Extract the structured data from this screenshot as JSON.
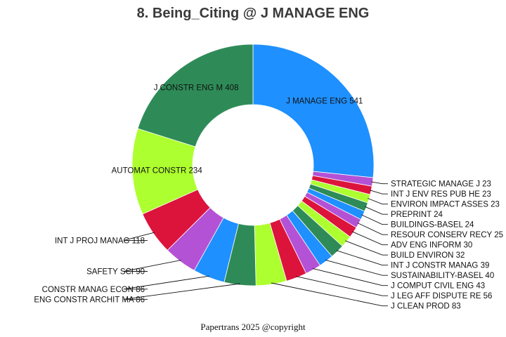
{
  "chart_data": {
    "type": "pie",
    "donut": true,
    "title": "8. Being_Citing @ J MANAGE ENG",
    "footer": "Papertrans 2025 @copyright",
    "slices": [
      {
        "label": "J MANAGE ENG",
        "value": 541,
        "color": "#1e90ff"
      },
      {
        "label": "STRATEGIC MANAGE J",
        "value": 23,
        "color": "#b452d6"
      },
      {
        "label": "INT J ENV RES PUB HE",
        "value": 23,
        "color": "#dc143c"
      },
      {
        "label": "ENVIRON IMPACT ASSES",
        "value": 23,
        "color": "#adff2f"
      },
      {
        "label": "PREPRINT",
        "value": 24,
        "color": "#2e8b57"
      },
      {
        "label": "BUILDINGS-BASEL",
        "value": 24,
        "color": "#1e90ff"
      },
      {
        "label": "RESOUR CONSERV RECY",
        "value": 25,
        "color": "#b452d6"
      },
      {
        "label": "ADV ENG INFORM",
        "value": 30,
        "color": "#dc143c"
      },
      {
        "label": "BUILD ENVIRON",
        "value": 32,
        "color": "#adff2f"
      },
      {
        "label": "INT J CONSTR MANAG",
        "value": 39,
        "color": "#2e8b57"
      },
      {
        "label": "SUSTAINABILITY-BASEL",
        "value": 40,
        "color": "#1e90ff"
      },
      {
        "label": "J COMPUT CIVIL ENG",
        "value": 43,
        "color": "#b452d6"
      },
      {
        "label": "J LEG AFF DISPUTE RE",
        "value": 56,
        "color": "#dc143c"
      },
      {
        "label": "J CLEAN PROD",
        "value": 83,
        "color": "#adff2f"
      },
      {
        "label": "ENG CONSTR ARCHIT MA",
        "value": 86,
        "color": "#2e8b57"
      },
      {
        "label": "CONSTR MANAG ECON",
        "value": 86,
        "color": "#1e90ff"
      },
      {
        "label": "SAFETY SCI",
        "value": 90,
        "color": "#b452d6"
      },
      {
        "label": "INT J PROJ MANAG",
        "value": 118,
        "color": "#dc143c"
      },
      {
        "label": "AUTOMAT CONSTR",
        "value": 234,
        "color": "#adff2f"
      },
      {
        "label": "J CONSTR ENG M",
        "value": 408,
        "color": "#2e8b57"
      }
    ]
  }
}
